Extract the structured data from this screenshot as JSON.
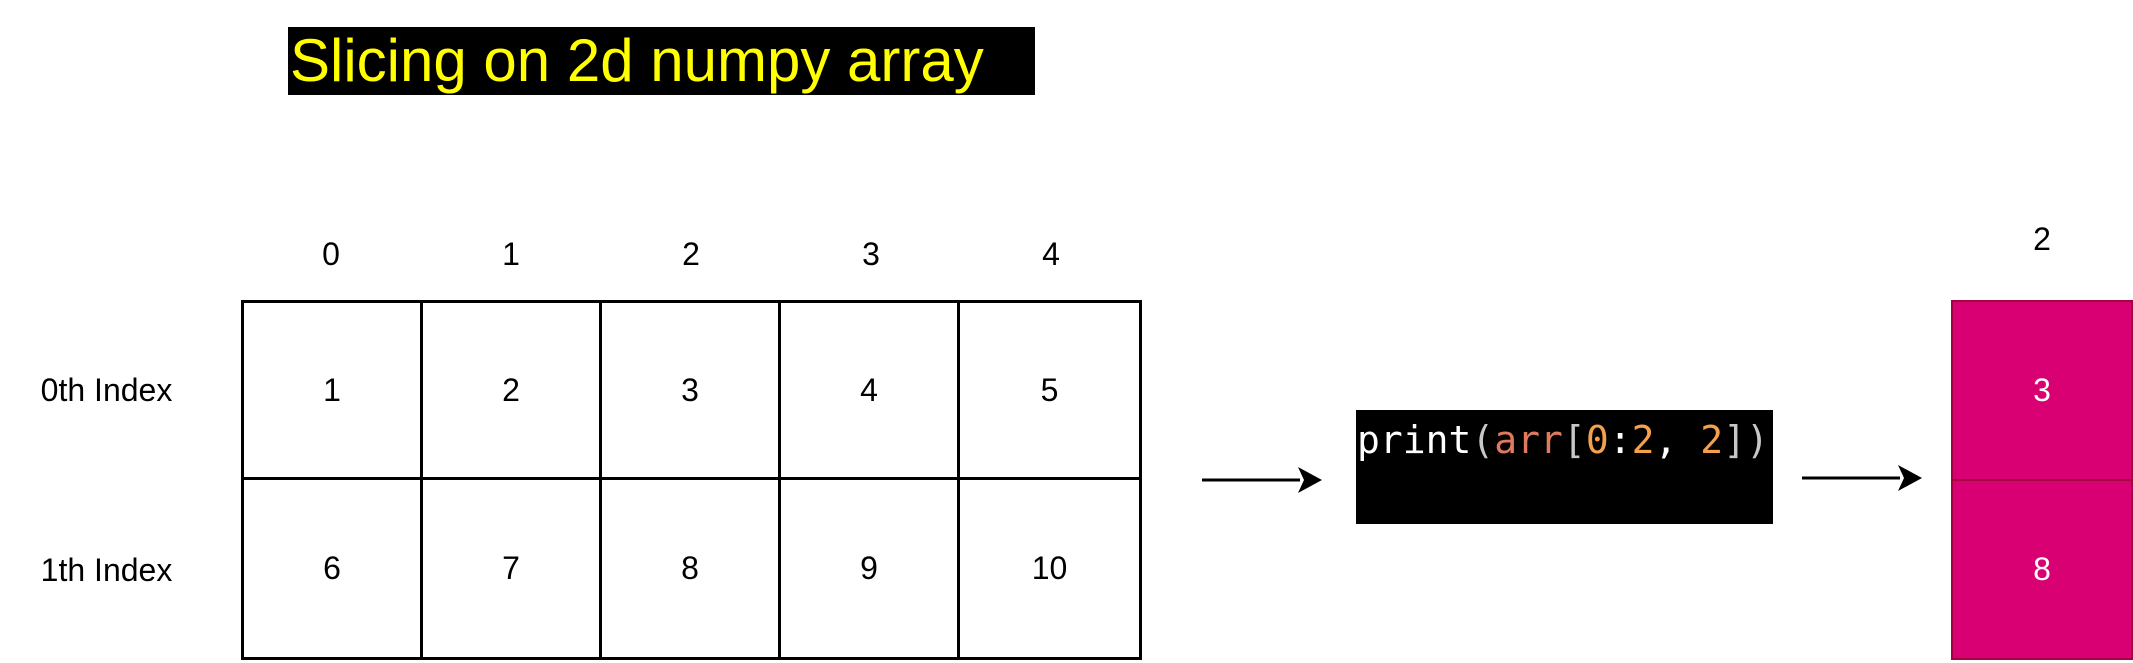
{
  "title": "Slicing on 2d numpy array",
  "colors": {
    "title_bg": "#000000",
    "title_fg": "#ffff00",
    "code_bg": "#000000",
    "code_default": "#ffffff",
    "code_paren": "#c8c8c8",
    "code_identifier": "#e07a5f",
    "code_number": "#f5a04a",
    "result_fill": "#d80073",
    "result_stroke": "#a50040",
    "result_text": "#ffffff"
  },
  "array": {
    "column_indices": [
      "0",
      "1",
      "2",
      "3",
      "4"
    ],
    "row_labels": [
      "0th Index",
      "1th Index"
    ],
    "rows": [
      [
        "1",
        "2",
        "3",
        "4",
        "5"
      ],
      [
        "6",
        "7",
        "8",
        "9",
        "10"
      ]
    ]
  },
  "code": {
    "tokens": [
      {
        "text": "print",
        "role": "default"
      },
      {
        "text": "(",
        "role": "paren"
      },
      {
        "text": "arr",
        "role": "identifier"
      },
      {
        "text": "[",
        "role": "paren"
      },
      {
        "text": "0",
        "role": "number"
      },
      {
        "text": ":",
        "role": "default"
      },
      {
        "text": "2",
        "role": "number"
      },
      {
        "text": ", ",
        "role": "default"
      },
      {
        "text": "2",
        "role": "number"
      },
      {
        "text": "]",
        "role": "paren"
      },
      {
        "text": ")",
        "role": "paren"
      }
    ]
  },
  "result": {
    "column_index": "2",
    "values": [
      "3",
      "8"
    ]
  },
  "icons": {
    "arrow_1": "arrow-right-icon",
    "arrow_2": "arrow-right-icon"
  }
}
